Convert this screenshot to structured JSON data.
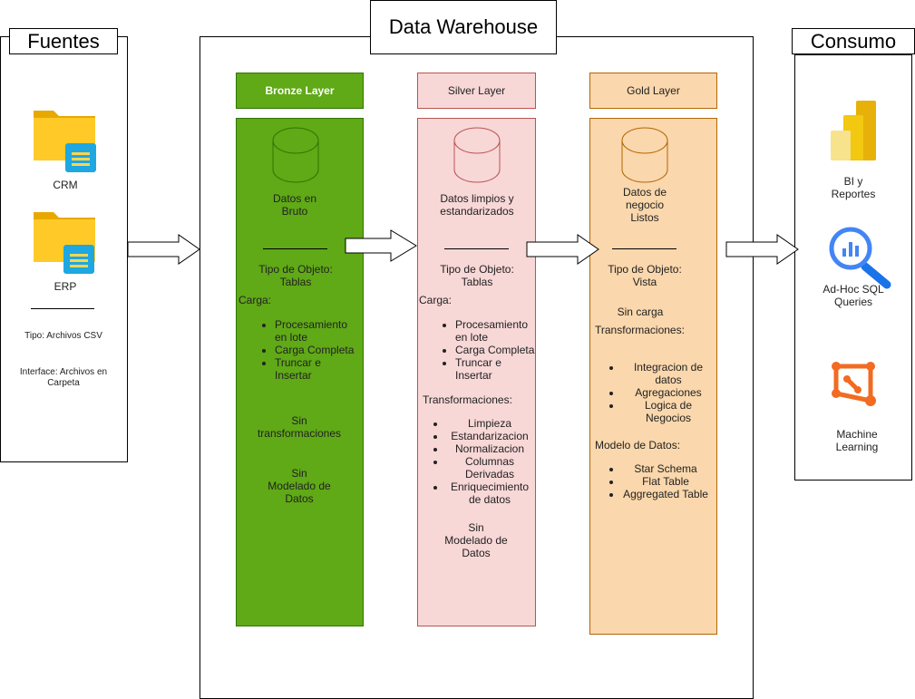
{
  "sources": {
    "title": "Fuentes",
    "items": [
      {
        "label": "CRM"
      },
      {
        "label": "ERP"
      }
    ],
    "tipo": "Tipo: Archivos CSV",
    "interface": "Interface: Archivos en Carpeta"
  },
  "warehouse": {
    "title": "Data Warehouse"
  },
  "bronze": {
    "header": "Bronze Layer",
    "storage": "Datos en Bruto",
    "object_type": "Tipo de Objeto: Tablas",
    "load_label": "Carga:",
    "load_items": [
      "Procesamiento en lote",
      "Carga Completa",
      "Truncar e Insertar"
    ],
    "no_transform": "Sin transformaciones",
    "no_model": "Sin Modelado de Datos"
  },
  "silver": {
    "header": "Silver Layer",
    "storage": "Datos limpios y estandarizados",
    "object_type": "Tipo de Objeto: Tablas",
    "load_label": "Carga:",
    "load_items": [
      "Procesamiento en lote",
      "Carga Completa",
      "Truncar e Insertar"
    ],
    "transform_label": "Transformaciones:",
    "transform_items": [
      "Limpieza",
      "Estandarizacion",
      "Normalizacion",
      "Columnas Derivadas",
      "Enriquecimiento de datos"
    ],
    "no_model": "Sin Modelado de Datos"
  },
  "gold": {
    "header": "Gold Layer",
    "storage": "Datos de negocio Listos",
    "object_type": "Tipo de Objeto: Vista",
    "no_load": "Sin carga",
    "transform_label": "Transformaciones:",
    "transform_items": [
      "Integracion de datos",
      "Agregaciones",
      "Logica de Negocios"
    ],
    "model_label": "Modelo de Datos:",
    "model_items": [
      "Star Schema",
      "Flat Table",
      "Aggregated Table"
    ]
  },
  "consumption": {
    "title": "Consumo",
    "items": [
      {
        "label": "BI y Reportes",
        "icon": "power-bi-icon"
      },
      {
        "label": "Ad-Hoc SQL Queries",
        "icon": "sql-query-icon"
      },
      {
        "label": "Machine Learning",
        "icon": "machine-learning-icon"
      }
    ]
  },
  "colors": {
    "bronze_fill": "#60a917",
    "bronze_border": "#2d7600",
    "silver_fill": "#f8d7d7",
    "silver_border": "#b85450",
    "gold_fill": "#fad7ac",
    "gold_border": "#b46504"
  }
}
